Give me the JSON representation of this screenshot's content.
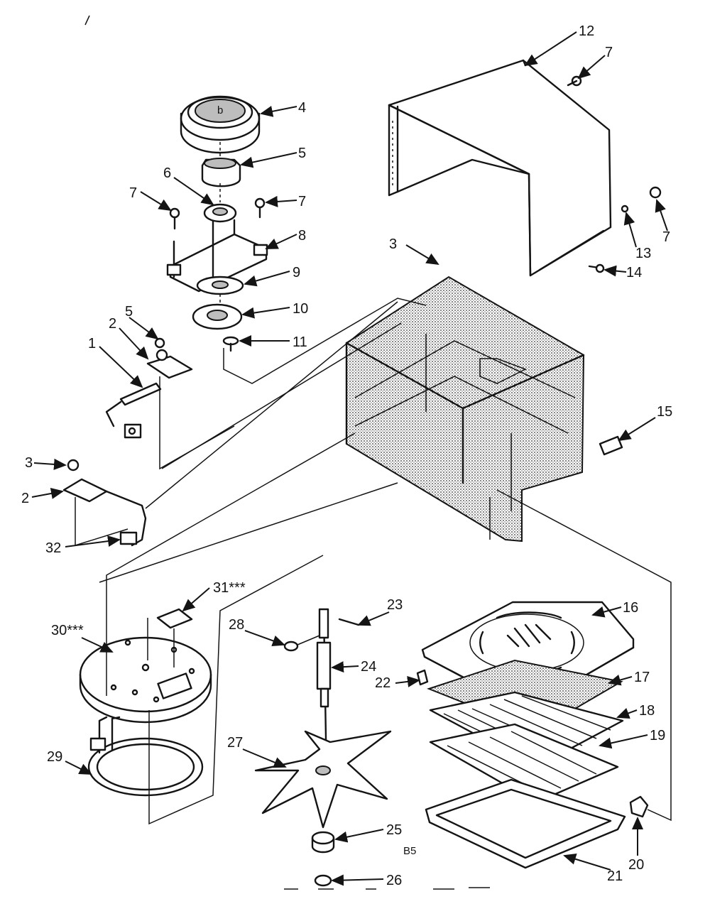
{
  "diagram": {
    "code": "B5",
    "labels": {
      "l1": "1",
      "l2a": "2",
      "l2b": "2",
      "l3a": "3",
      "l3b": "3",
      "l4": "4",
      "l5a": "5",
      "l5b": "5",
      "l6": "6",
      "l7a": "7",
      "l7b": "7",
      "l7c": "7",
      "l7d": "7",
      "l8": "8",
      "l9": "9",
      "l10": "10",
      "l11": "11",
      "l12": "12",
      "l13": "13",
      "l14": "14",
      "l15": "15",
      "l16": "16",
      "l17": "17",
      "l18": "18",
      "l19": "19",
      "l20": "20",
      "l21": "21",
      "l22": "22",
      "l23": "23",
      "l24": "24",
      "l25": "25",
      "l26": "26",
      "l27": "27",
      "l28": "28",
      "l29": "29",
      "l30": "30***",
      "l31": "31***",
      "l32": "32"
    }
  }
}
